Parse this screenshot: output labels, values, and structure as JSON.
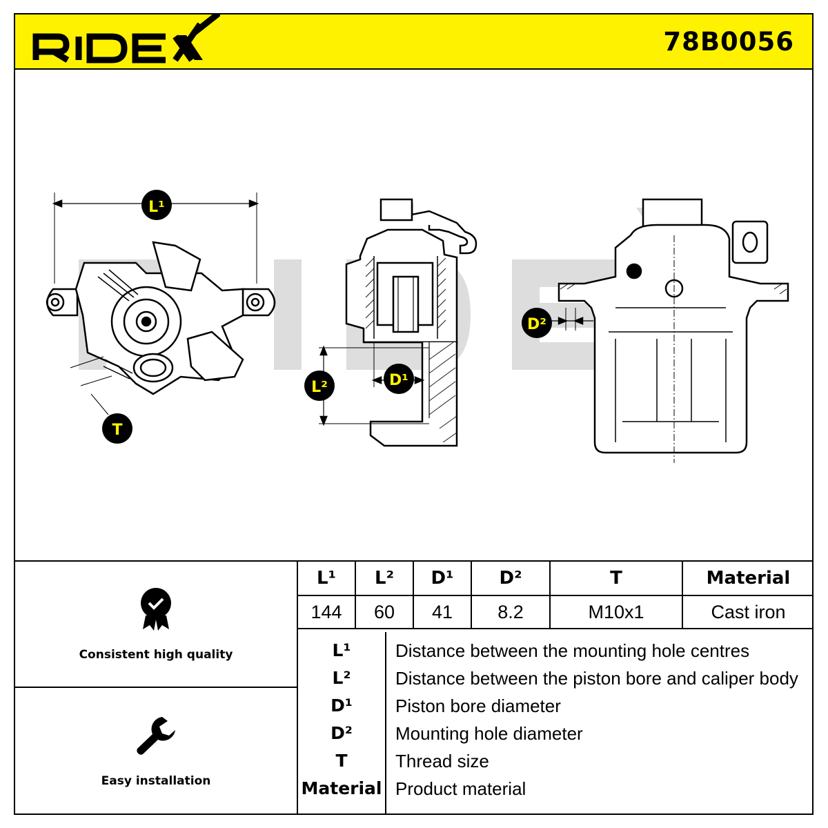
{
  "header": {
    "brand": "RIDEX",
    "part_number": "78B0056",
    "background_color": "#fff200"
  },
  "drawing": {
    "watermark": "RIDEX",
    "labels": {
      "l1": "L¹",
      "l2": "L²",
      "d1": "D¹",
      "d2": "D²",
      "t": "T"
    }
  },
  "features": [
    {
      "icon": "quality-badge-icon",
      "label": "Consistent high quality"
    },
    {
      "icon": "wrench-icon",
      "label": "Easy installation"
    }
  ],
  "spec_table": {
    "headers": [
      "L¹",
      "L²",
      "D¹",
      "D²",
      "T",
      "Material"
    ],
    "values": [
      "144",
      "60",
      "41",
      "8.2",
      "M10x1",
      "Cast iron"
    ]
  },
  "legend": [
    {
      "symbol": "L¹",
      "description": "Distance between the mounting hole centres"
    },
    {
      "symbol": "L²",
      "description": "Distance between the piston bore and caliper body"
    },
    {
      "symbol": "D¹",
      "description": "Piston bore diameter"
    },
    {
      "symbol": "D²",
      "description": "Mounting hole diameter"
    },
    {
      "symbol": "T",
      "description": "Thread size"
    },
    {
      "symbol": "Material",
      "description": "Product material"
    }
  ]
}
